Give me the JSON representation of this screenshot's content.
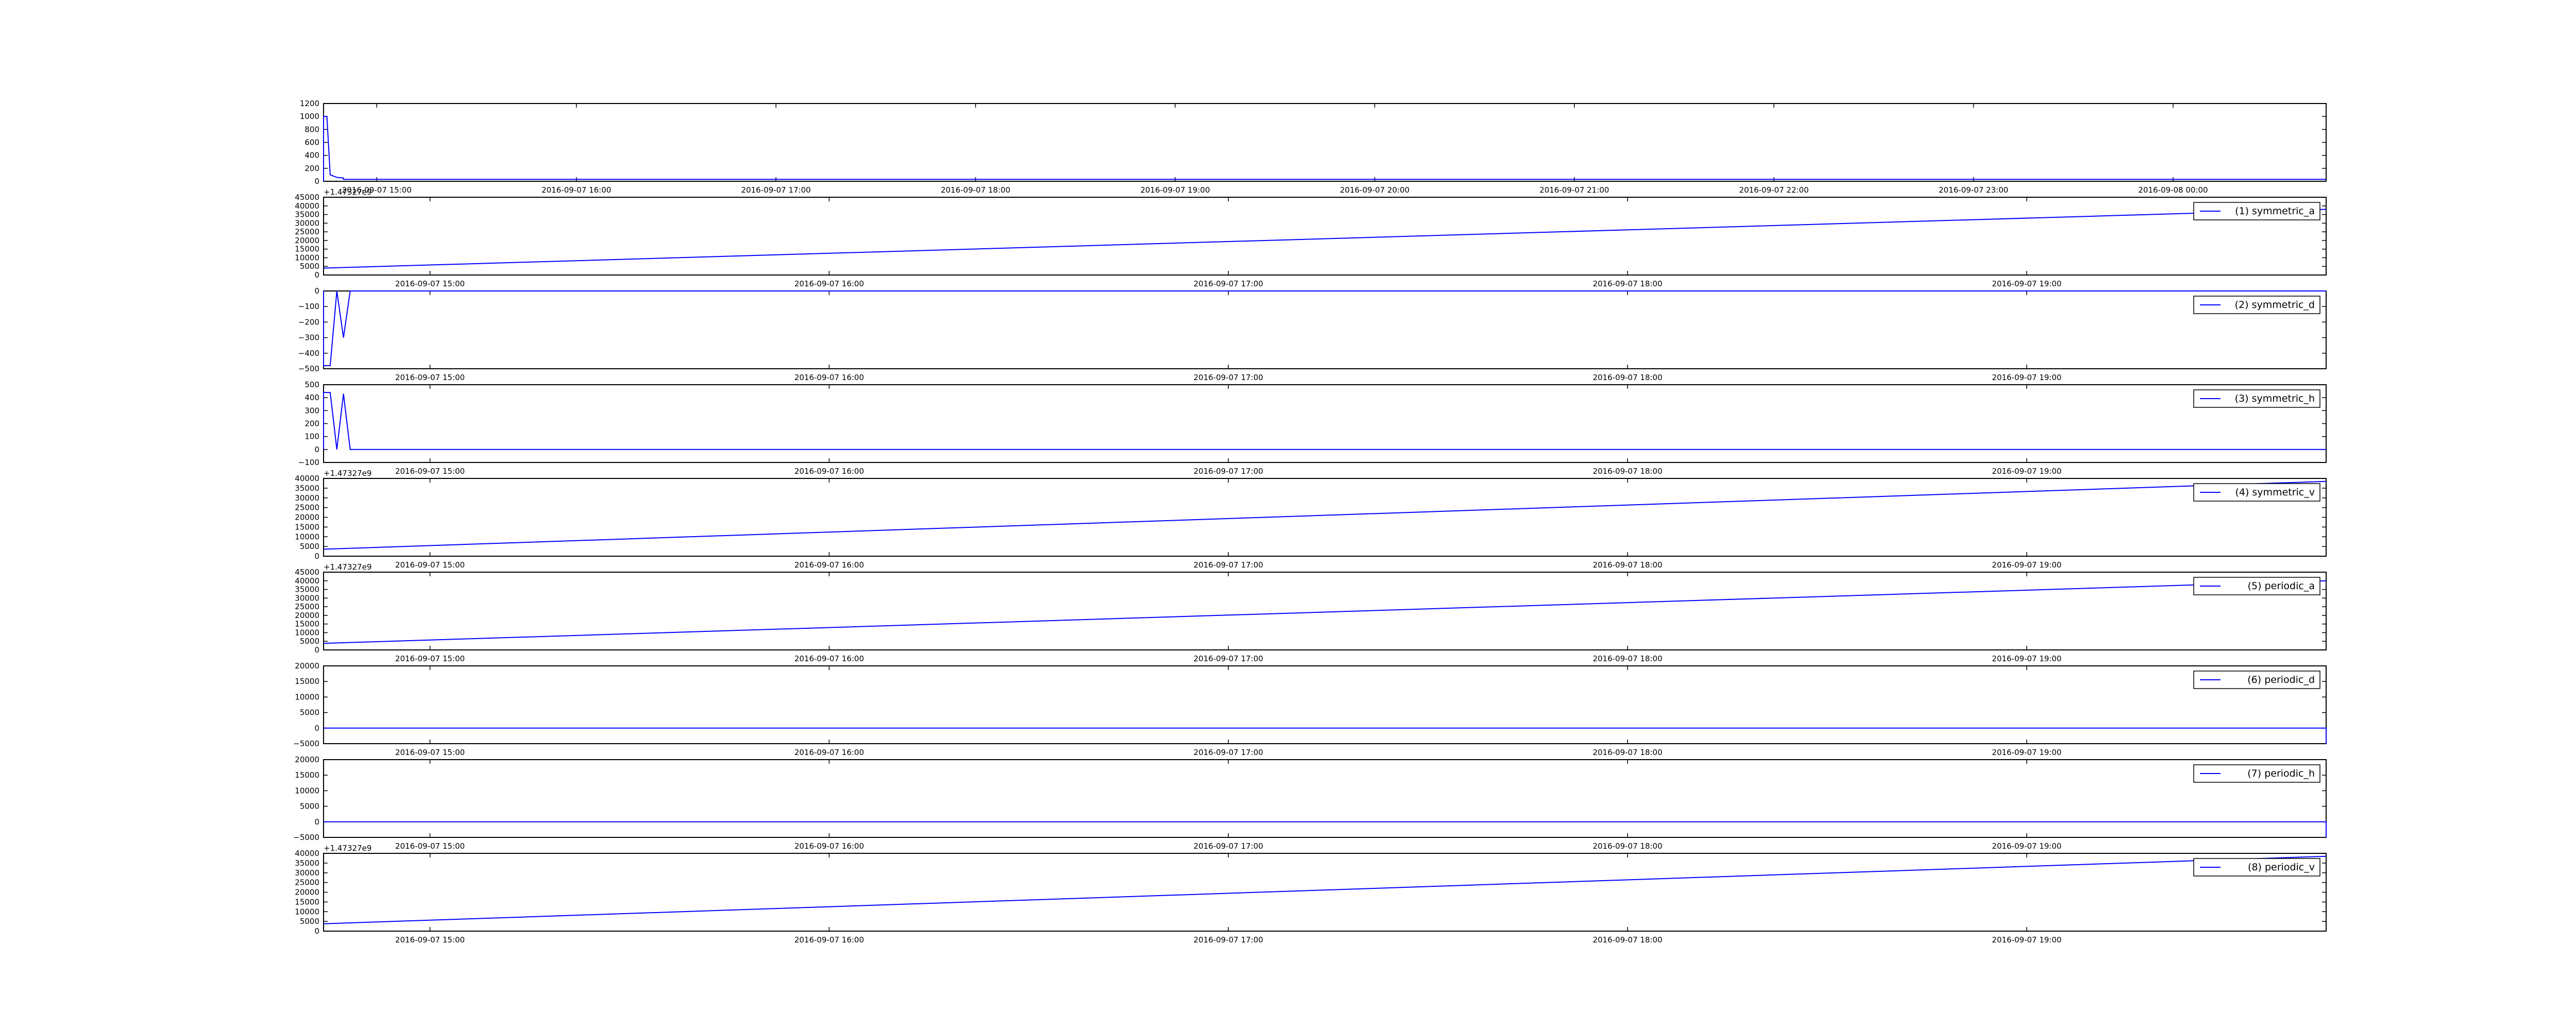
{
  "colors": {
    "series": "#0000ff",
    "axes": "#000000",
    "background": "#ffffff"
  },
  "chart_data": [
    {
      "type": "line",
      "legend": null,
      "grid": false,
      "ylim": [
        0,
        1200
      ],
      "yticks": [
        0,
        200,
        400,
        600,
        800,
        1000,
        1200
      ],
      "ytick_labels": [
        "0",
        "200",
        "400",
        "600",
        "800",
        "1000",
        "1200"
      ],
      "xlim": [
        "2016-09-07 14:44",
        "2016-09-08 00:46"
      ],
      "xticks": [
        "2016-09-07 15:00",
        "2016-09-07 16:00",
        "2016-09-07 17:00",
        "2016-09-07 18:00",
        "2016-09-07 19:00",
        "2016-09-07 20:00",
        "2016-09-07 21:00",
        "2016-09-07 22:00",
        "2016-09-07 23:00",
        "2016-09-08 00:00"
      ],
      "x_offset_label": "",
      "x": [
        "2016-09-07 14:44",
        "2016-09-07 14:44",
        "2016-09-07 14:45",
        "2016-09-07 14:46",
        "2016-09-07 14:47",
        "2016-09-07 14:48",
        "2016-09-07 14:50",
        "2016-09-07 14:50",
        "2016-09-08 00:46"
      ],
      "y": [
        0,
        1000,
        1000,
        100,
        80,
        60,
        50,
        30,
        30
      ]
    },
    {
      "type": "line",
      "legend": "(1) symmetric_a",
      "legend_position": "top-right",
      "grid": false,
      "ylim": [
        0,
        45000
      ],
      "yticks": [
        0,
        5000,
        10000,
        15000,
        20000,
        25000,
        30000,
        35000,
        40000,
        45000
      ],
      "ytick_labels": [
        "0",
        "5000",
        "10000",
        "15000",
        "20000",
        "25000",
        "30000",
        "35000",
        "40000",
        "45000"
      ],
      "xlim": [
        "2016-09-07 14:44",
        "2016-09-07 19:45"
      ],
      "xticks": [
        "2016-09-07 15:00",
        "2016-09-07 16:00",
        "2016-09-07 17:00",
        "2016-09-07 18:00",
        "2016-09-07 19:00"
      ],
      "x_offset_label": "+1.47327e9",
      "x": [
        "2016-09-07 14:44",
        "2016-09-07 19:45"
      ],
      "y": [
        4000,
        38000
      ]
    },
    {
      "type": "line",
      "legend": "(2) symmetric_d",
      "legend_position": "top-right",
      "grid": false,
      "ylim": [
        -500,
        0
      ],
      "yticks": [
        -500,
        -400,
        -300,
        -200,
        -100,
        0
      ],
      "ytick_labels": [
        "−500",
        "−400",
        "−300",
        "−200",
        "−100",
        "0"
      ],
      "xlim": [
        "2016-09-07 14:44",
        "2016-09-07 19:45"
      ],
      "xticks": [
        "2016-09-07 15:00",
        "2016-09-07 16:00",
        "2016-09-07 17:00",
        "2016-09-07 18:00",
        "2016-09-07 19:00"
      ],
      "x_offset_label": "",
      "x": [
        "2016-09-07 14:44",
        "2016-09-07 14:44",
        "2016-09-07 14:45",
        "2016-09-07 14:46",
        "2016-09-07 14:47",
        "2016-09-07 14:48",
        "2016-09-07 19:45"
      ],
      "y": [
        0,
        -480,
        -480,
        0,
        -300,
        0,
        0
      ]
    },
    {
      "type": "line",
      "legend": "(3) symmetric_h",
      "legend_position": "top-right",
      "grid": false,
      "ylim": [
        -100,
        500
      ],
      "yticks": [
        -100,
        0,
        100,
        200,
        300,
        400,
        500
      ],
      "ytick_labels": [
        "−100",
        "0",
        "100",
        "200",
        "300",
        "400",
        "500"
      ],
      "xlim": [
        "2016-09-07 14:44",
        "2016-09-07 19:45"
      ],
      "xticks": [
        "2016-09-07 15:00",
        "2016-09-07 16:00",
        "2016-09-07 17:00",
        "2016-09-07 18:00",
        "2016-09-07 19:00"
      ],
      "x_offset_label": "",
      "x": [
        "2016-09-07 14:44",
        "2016-09-07 14:44",
        "2016-09-07 14:45",
        "2016-09-07 14:46",
        "2016-09-07 14:47",
        "2016-09-07 14:48",
        "2016-09-07 19:45"
      ],
      "y": [
        0,
        440,
        440,
        0,
        430,
        0,
        0
      ]
    },
    {
      "type": "line",
      "legend": "(4) symmetric_v",
      "legend_position": "top-right",
      "grid": false,
      "ylim": [
        0,
        40000
      ],
      "yticks": [
        0,
        5000,
        10000,
        15000,
        20000,
        25000,
        30000,
        35000,
        40000
      ],
      "ytick_labels": [
        "0",
        "5000",
        "10000",
        "15000",
        "20000",
        "25000",
        "30000",
        "35000",
        "40000"
      ],
      "xlim": [
        "2016-09-07 14:44",
        "2016-09-07 19:45"
      ],
      "xticks": [
        "2016-09-07 15:00",
        "2016-09-07 16:00",
        "2016-09-07 17:00",
        "2016-09-07 18:00",
        "2016-09-07 19:00"
      ],
      "x_offset_label": "+1.47327e9",
      "x": [
        "2016-09-07 14:44",
        "2016-09-07 19:45"
      ],
      "y": [
        3600,
        38500
      ]
    },
    {
      "type": "line",
      "legend": "(5) periodic_a",
      "legend_position": "top-right",
      "grid": false,
      "ylim": [
        0,
        45000
      ],
      "yticks": [
        0,
        5000,
        10000,
        15000,
        20000,
        25000,
        30000,
        35000,
        40000,
        45000
      ],
      "ytick_labels": [
        "0",
        "5000",
        "10000",
        "15000",
        "20000",
        "25000",
        "30000",
        "35000",
        "40000",
        "45000"
      ],
      "xlim": [
        "2016-09-07 14:44",
        "2016-09-07 19:45"
      ],
      "xticks": [
        "2016-09-07 15:00",
        "2016-09-07 16:00",
        "2016-09-07 17:00",
        "2016-09-07 18:00",
        "2016-09-07 19:00"
      ],
      "x_offset_label": "+1.47327e9",
      "x": [
        "2016-09-07 14:44",
        "2016-09-07 19:45"
      ],
      "y": [
        3800,
        40000
      ]
    },
    {
      "type": "line",
      "legend": "(6) periodic_d",
      "legend_position": "top-right",
      "grid": false,
      "ylim": [
        -5000,
        20000
      ],
      "yticks": [
        -5000,
        0,
        5000,
        10000,
        15000,
        20000
      ],
      "ytick_labels": [
        "−5000",
        "0",
        "5000",
        "10000",
        "15000",
        "20000"
      ],
      "xlim": [
        "2016-09-07 14:44",
        "2016-09-07 19:45"
      ],
      "xticks": [
        "2016-09-07 15:00",
        "2016-09-07 16:00",
        "2016-09-07 17:00",
        "2016-09-07 18:00",
        "2016-09-07 19:00"
      ],
      "x_offset_label": "",
      "x": [
        "2016-09-07 14:44",
        "2016-09-07 19:45",
        "2016-09-07 19:45"
      ],
      "y": [
        0,
        0,
        -5000
      ]
    },
    {
      "type": "line",
      "legend": "(7) periodic_h",
      "legend_position": "top-right",
      "grid": false,
      "ylim": [
        -5000,
        20000
      ],
      "yticks": [
        -5000,
        0,
        5000,
        10000,
        15000,
        20000
      ],
      "ytick_labels": [
        "−5000",
        "0",
        "5000",
        "10000",
        "15000",
        "20000"
      ],
      "xlim": [
        "2016-09-07 14:44",
        "2016-09-07 19:45"
      ],
      "xticks": [
        "2016-09-07 15:00",
        "2016-09-07 16:00",
        "2016-09-07 17:00",
        "2016-09-07 18:00",
        "2016-09-07 19:00"
      ],
      "x_offset_label": "",
      "x": [
        "2016-09-07 14:44",
        "2016-09-07 19:45",
        "2016-09-07 19:45"
      ],
      "y": [
        0,
        0,
        -5000
      ]
    },
    {
      "type": "line",
      "legend": "(8) periodic_v",
      "legend_position": "top-right",
      "grid": false,
      "ylim": [
        0,
        40000
      ],
      "yticks": [
        0,
        5000,
        10000,
        15000,
        20000,
        25000,
        30000,
        35000,
        40000
      ],
      "ytick_labels": [
        "0",
        "5000",
        "10000",
        "15000",
        "20000",
        "25000",
        "30000",
        "35000",
        "40000"
      ],
      "xlim": [
        "2016-09-07 14:44",
        "2016-09-07 19:45"
      ],
      "xticks": [
        "2016-09-07 15:00",
        "2016-09-07 16:00",
        "2016-09-07 17:00",
        "2016-09-07 18:00",
        "2016-09-07 19:00"
      ],
      "x_offset_label": "+1.47327e9",
      "x": [
        "2016-09-07 14:44",
        "2016-09-07 19:45"
      ],
      "y": [
        3800,
        38500
      ]
    }
  ]
}
